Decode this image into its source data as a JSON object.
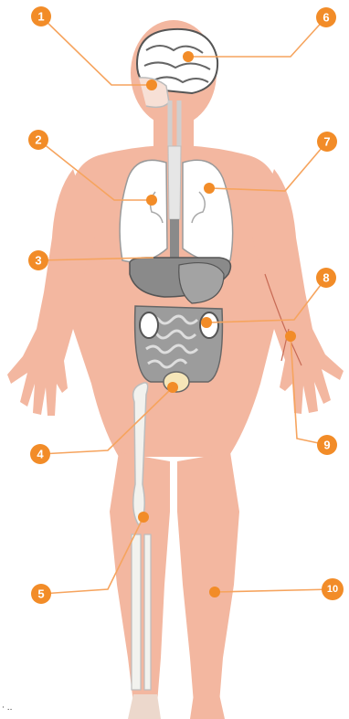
{
  "diagram": {
    "colors": {
      "skin": "#f3b7a0",
      "skin_dark": "#e49a82",
      "organ_gray": "#8a8a8a",
      "organ_light": "#d8d8d8",
      "bone": "#f2f2ee",
      "marker": "#f28c28",
      "leader": "#f6a45e"
    },
    "markers": [
      {
        "label": "1",
        "name": "marker-1"
      },
      {
        "label": "2",
        "name": "marker-2"
      },
      {
        "label": "3",
        "name": "marker-3"
      },
      {
        "label": "4",
        "name": "marker-4"
      },
      {
        "label": "5",
        "name": "marker-5"
      },
      {
        "label": "6",
        "name": "marker-6"
      },
      {
        "label": "7",
        "name": "marker-7"
      },
      {
        "label": "8",
        "name": "marker-8"
      },
      {
        "label": "9",
        "name": "marker-9"
      },
      {
        "label": "10",
        "name": "marker-10"
      }
    ],
    "footer_text": "·  ..                                               "
  }
}
